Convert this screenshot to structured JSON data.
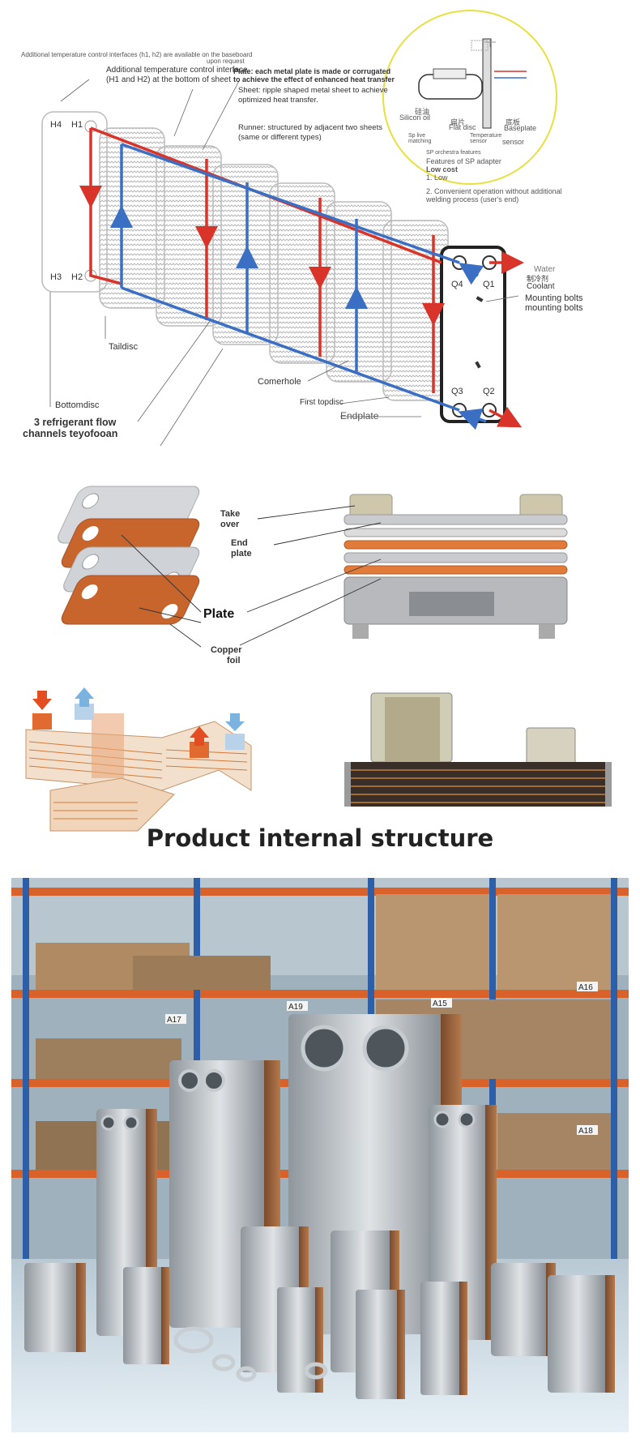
{
  "schematic": {
    "note_top": "Additional temperature control interfaces (h1, h2) are available on the baseboard",
    "note_top2": "upon request",
    "note_top3_line1": "Additional temperature control interface",
    "note_top3_line2": "(H1 and H2) at the bottom of sheet",
    "plate_note_line1": "Plate: each metal plate is made or corrugated",
    "plate_note_line2": "to achieve the effect of enhanced heat transfer",
    "sheet_note_line1": "Sheet: ripple shaped metal sheet to achieve",
    "sheet_note_line2": "optimized heat transfer.",
    "runner_note_line1": "Runner: structured by adjacent two sheets",
    "runner_note_line2": "(same or different types)",
    "ports": {
      "h4": "H4",
      "h1": "H1",
      "h3": "H3",
      "h2": "H2",
      "q4": "Q4",
      "q1": "Q1",
      "q3": "Q3",
      "q2": "Q2"
    },
    "labels": {
      "taildisc": "Taildisc",
      "bottomdisc": "Bottomdisc",
      "channels_line1": "3 refrigerant flow",
      "channels_line2": "channels teyofooan",
      "cornerhole": "Comerhole",
      "first_topdisc": "First topdisc",
      "endplate": "Endplate",
      "water": "Water",
      "coolant_cn": "制冷剂",
      "coolant": "Coolant",
      "bolts1": "Mounting bolts",
      "bolts2": "mounting bolts"
    },
    "inset": {
      "silicon_cn": "硅油",
      "silicon": "Silicon oil",
      "flat_cn": "扁片",
      "flat": "Flat disc",
      "base_cn": "底板",
      "base": "Baseplate",
      "sp": "Sp live matching",
      "temp": "Temperature sensor",
      "sensor": "sensor",
      "feat_small": "SP orchestra features",
      "features": "Features of SP adapter",
      "low_cost": "Low cost",
      "low": "1. Low",
      "point2_line1": "2. Convenient operation without additional",
      "point2_line2": "welding process (user's end)"
    }
  },
  "exploded": {
    "take_over_line1": "Take",
    "take_over_line2": "over",
    "end_plate_line1": "End",
    "end_plate_line2": "plate",
    "plate": "Plate",
    "copper_line1": "Copper",
    "copper_line2": "foil"
  },
  "caption": "Product internal structure",
  "warehouse": {
    "shelf_labels": [
      "A15",
      "A16",
      "A17",
      "A18",
      "A19"
    ]
  },
  "colors": {
    "hot": "#d8342a",
    "cold": "#3a6fc4",
    "inset_ring": "#e8e040",
    "copper": "#c8672a",
    "rack_orange": "#d9622b",
    "rack_blue": "#2d5fa8",
    "floor": "#cfdde8"
  }
}
